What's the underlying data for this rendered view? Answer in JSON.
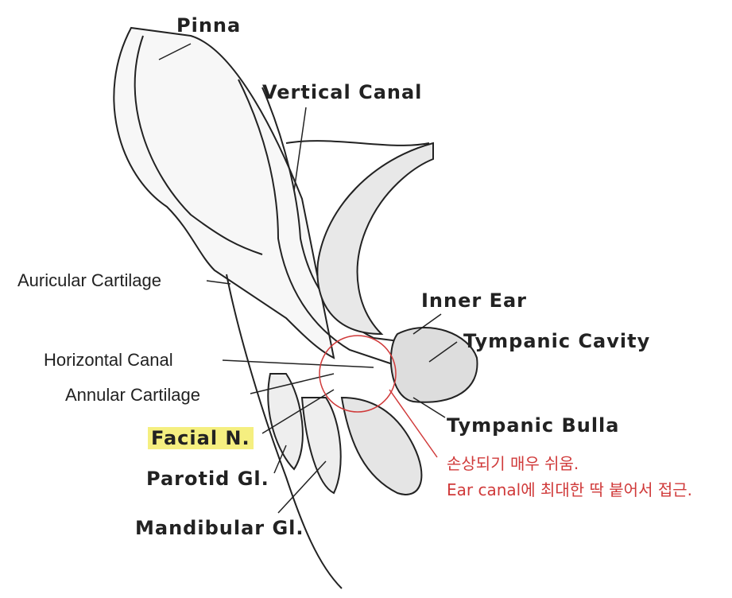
{
  "labels": {
    "pinna": "Pinna",
    "vertical_canal": "Vertical Canal",
    "auricular_cartilage": "Auricular Cartilage",
    "inner_ear": "Inner Ear",
    "tympanic_cavity": "Tympanic Cavity",
    "horizontal_canal": "Horizontal Canal",
    "annular_cartilage": "Annular Cartilage",
    "facial_n": "Facial N.",
    "tympanic_bulla": "Tympanic Bulla",
    "parotid_gl": "Parotid Gl.",
    "mandibular_gl": "Mandibular Gl."
  },
  "annotation": {
    "line1": "손상되기 매우 쉬움.",
    "line2": "Ear canal에 최대한 딱 붙어서 접근.",
    "color": "#d03a3a"
  },
  "highlight_color": "#f5ef80"
}
